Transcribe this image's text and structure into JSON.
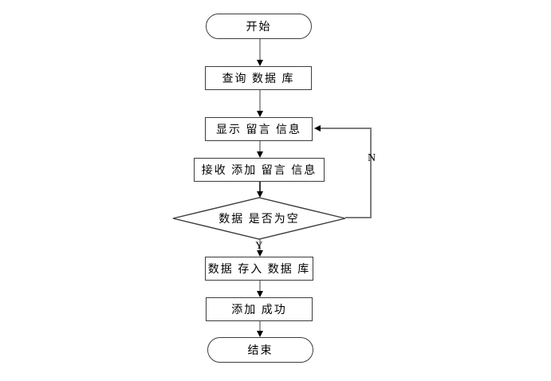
{
  "flowchart": {
    "nodes": {
      "start": {
        "shape": "terminator",
        "label": "开始"
      },
      "query_db": {
        "shape": "process",
        "label": "查询 数据 库"
      },
      "display_messages": {
        "shape": "process",
        "label": "显示 留言 信息"
      },
      "receive_add_message": {
        "shape": "process",
        "label": "接收 添加 留言 信息"
      },
      "data_empty_check": {
        "shape": "decision",
        "label": "数据 是否为空"
      },
      "store_db": {
        "shape": "process",
        "label": "数据 存入 数据 库"
      },
      "add_success": {
        "shape": "process",
        "label": "添加 成功"
      },
      "end": {
        "shape": "terminator",
        "label": "结束"
      }
    },
    "edges": [
      {
        "from": "start",
        "to": "query_db"
      },
      {
        "from": "query_db",
        "to": "display_messages"
      },
      {
        "from": "display_messages",
        "to": "receive_add_message"
      },
      {
        "from": "receive_add_message",
        "to": "data_empty_check"
      },
      {
        "from": "data_empty_check",
        "to": "store_db",
        "label": "Y"
      },
      {
        "from": "data_empty_check",
        "to": "display_messages",
        "label": "N"
      },
      {
        "from": "store_db",
        "to": "add_success"
      },
      {
        "from": "add_success",
        "to": "end"
      }
    ],
    "colors": {
      "line": "#3c3c3c",
      "loop_line": "#7d7d7d",
      "arrowhead": "#000000",
      "background": "#ffffff"
    }
  }
}
